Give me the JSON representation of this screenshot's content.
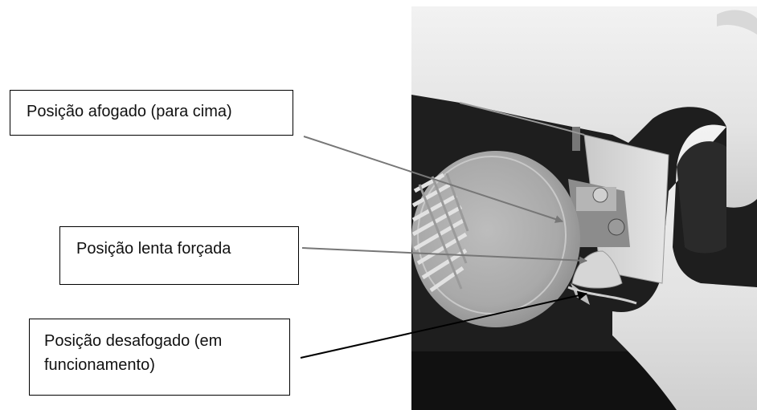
{
  "labels": {
    "choke": "Posição afogado (para cima)",
    "idle": "Posição lenta forçada",
    "run_line1": "Posição desafogado (em",
    "run_line2": "funcionamento)"
  },
  "colors": {
    "gray_arrow": "#777777",
    "black_arrow": "#000000"
  }
}
